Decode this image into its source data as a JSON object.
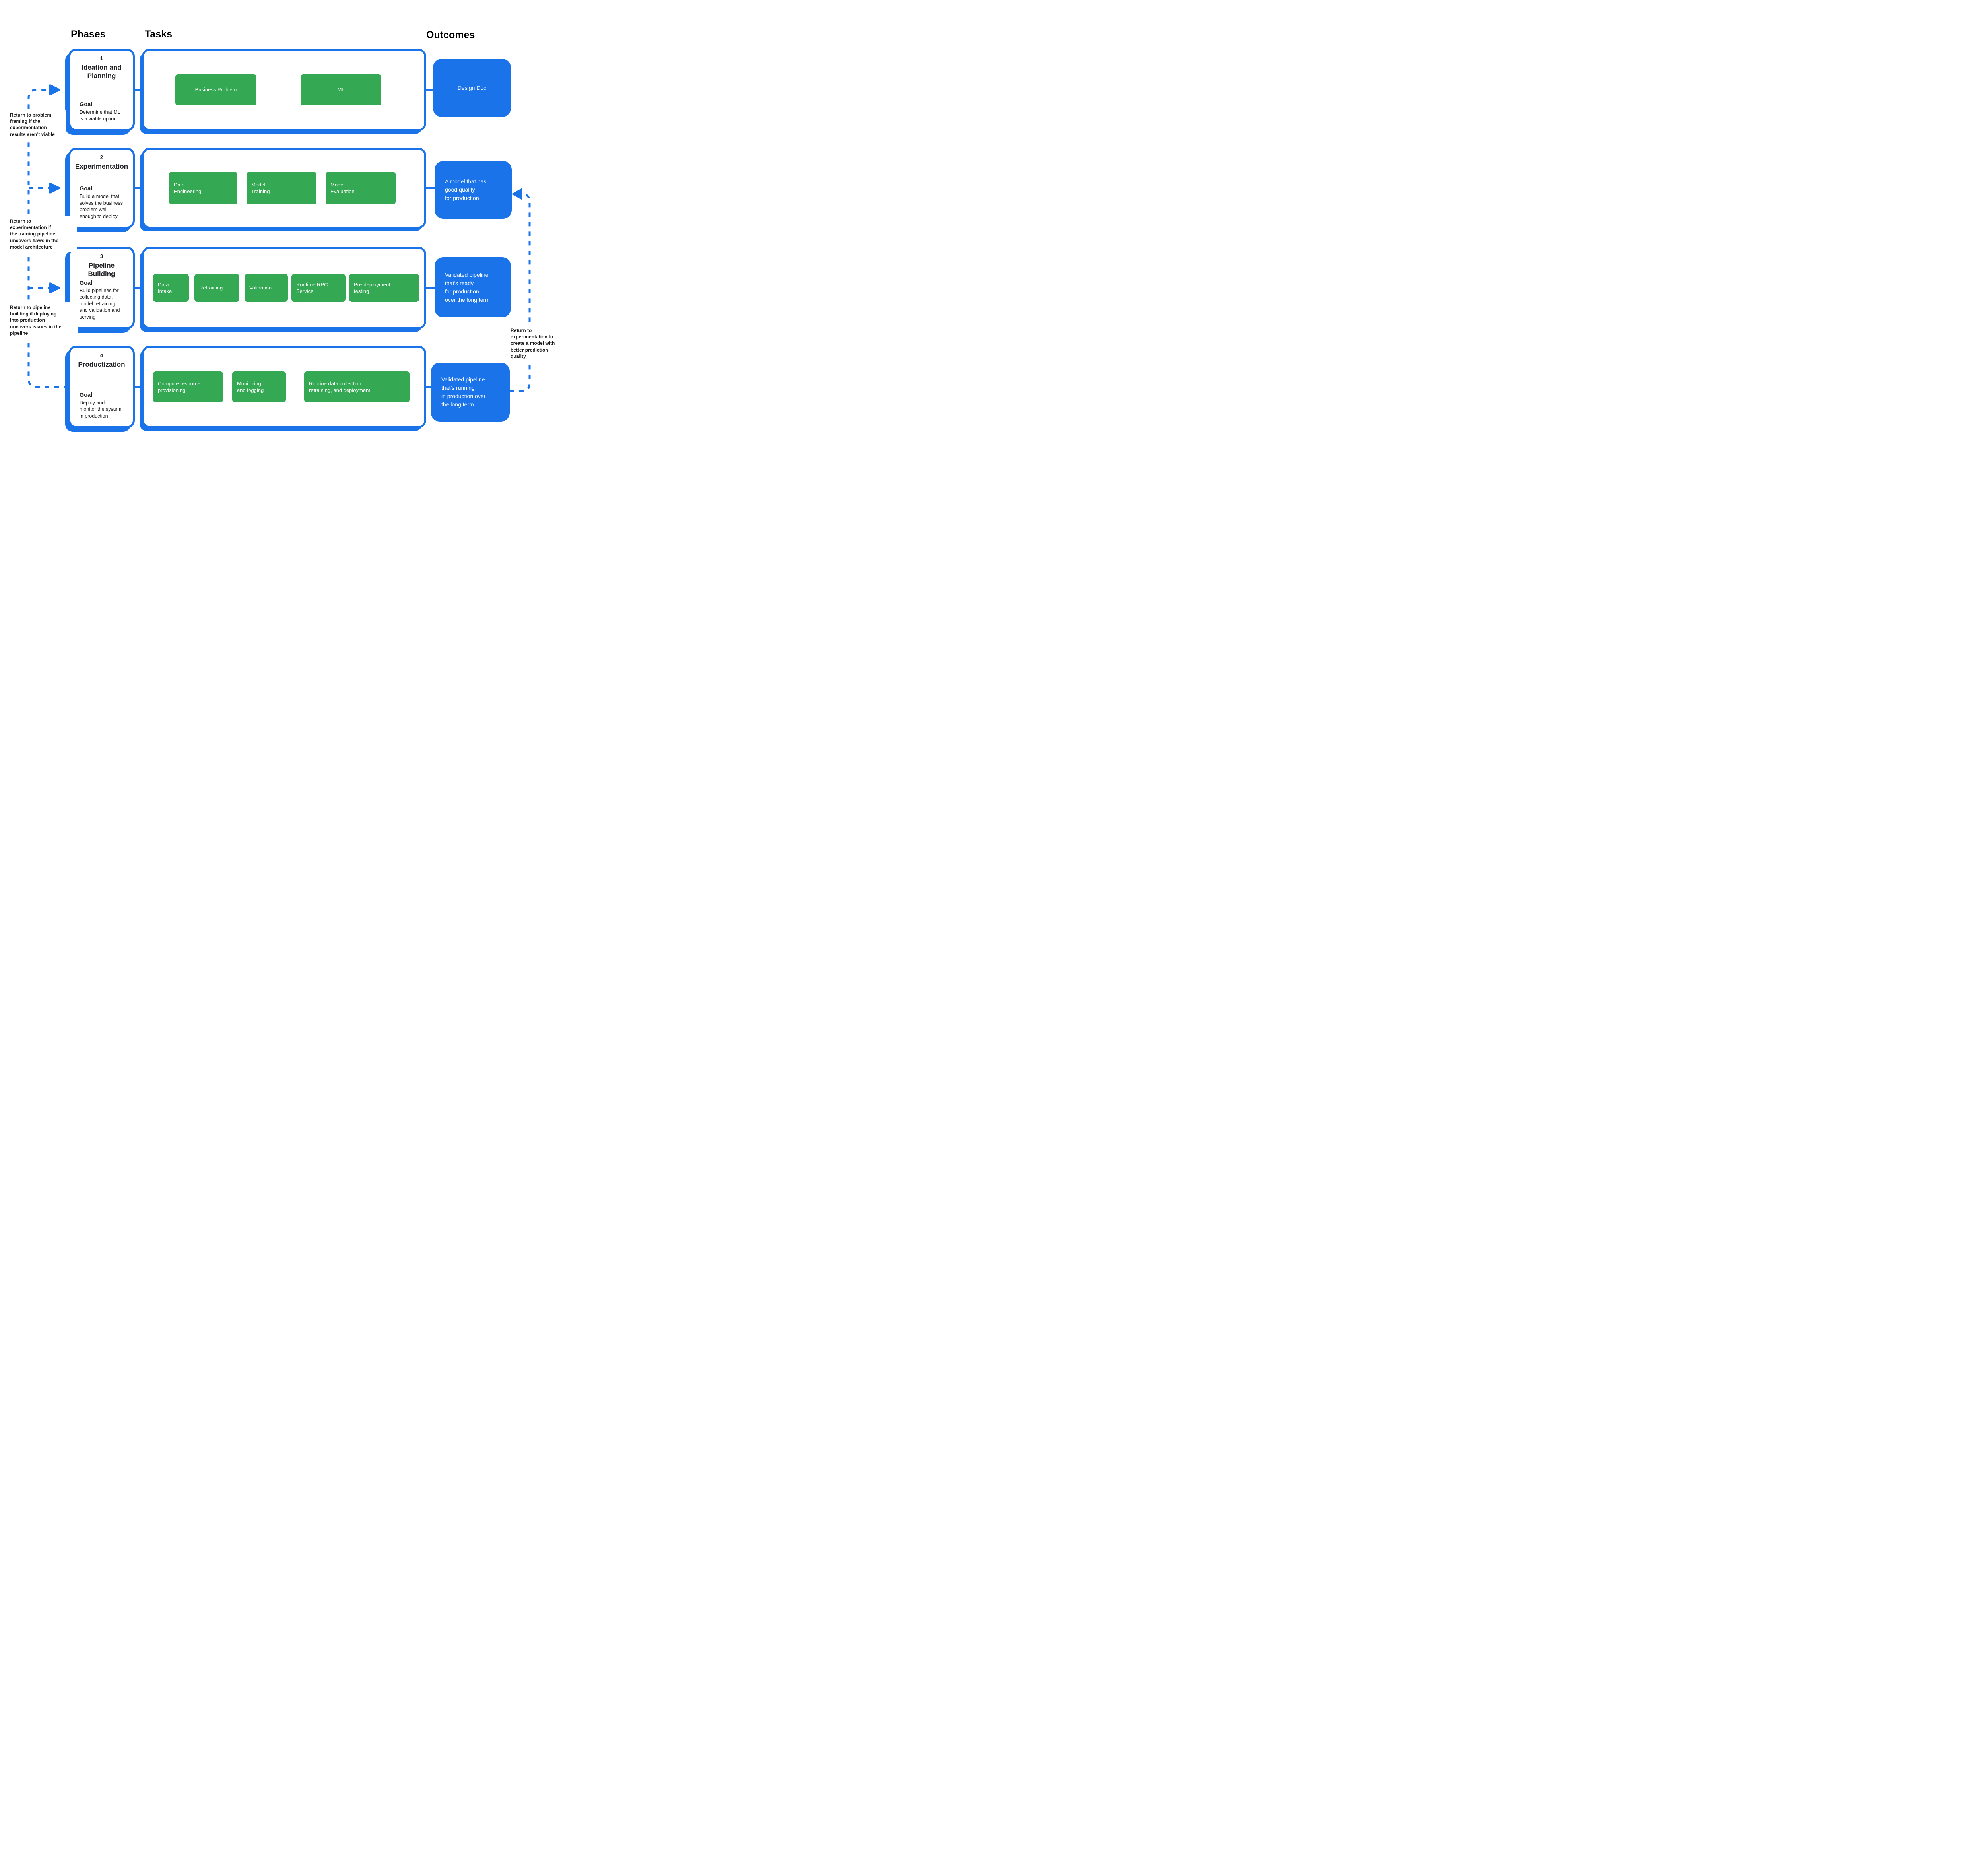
{
  "colors": {
    "blue": "#1A73E8",
    "green": "#34A853",
    "text_black": "#000000",
    "white": "#FFFFFF"
  },
  "headers": {
    "phases": "Phases",
    "tasks": "Tasks",
    "outcomes": "Outcomes"
  },
  "phases": [
    {
      "number": "1",
      "title": "Ideation and\nPlanning",
      "goal_label": "Goal",
      "goal": "Determine that ML\nis a viable option"
    },
    {
      "number": "2",
      "title": "Experimentation",
      "goal_label": "Goal",
      "goal": "Build a model that\nsolves the business\nproblem well\nenough to deploy"
    },
    {
      "number": "3",
      "title": "Pipeline Building",
      "goal_label": "Goal",
      "goal": "Build pipelines for\ncollecting data,\nmodel retraining\nand validation and\nserving"
    },
    {
      "number": "4",
      "title": "Productization",
      "goal_label": "Goal",
      "goal": "Deploy and\nmonitor the system\nin production"
    }
  ],
  "tasks": [
    {
      "items": [
        "Business Problem",
        "ML"
      ]
    },
    {
      "items": [
        "Data\nEngineering",
        "Model\nTraining",
        "Model\nEvaluation"
      ],
      "loop": "iteration-loop"
    },
    {
      "items": [
        "Data\nIntake",
        "Retraining",
        "Validation",
        "Runtime RPC\nService",
        "Pre-deployment\ntesting"
      ]
    },
    {
      "items": [
        "Compute resource\nprovisioning",
        "Monitoring\nand logging",
        "Routine data collection,\nretraining, and deployment"
      ],
      "loop": "iteration-loop"
    }
  ],
  "outcomes": [
    "Design Doc",
    "A model that has\ngood quality\nfor production",
    "Validated pipeline\nthat’s ready\nfor production\nover the long term",
    "Validated pipeline\nthat’s running\nin production over\nthe long term"
  ],
  "annotations": {
    "left": [
      "Return to problem\nframing if the\nexperimentation\nresults aren’t viable",
      "Return to\nexperimentation if\nthe training pipeline\nuncovers flaws in the\nmodel architecture",
      "Return to pipeline\nbuilding if deploying\ninto production\nuncovers issues in the\npipeline"
    ],
    "right": "Return to\nexperimentation to\ncreate a model with\nbetter prediction\nquality"
  }
}
